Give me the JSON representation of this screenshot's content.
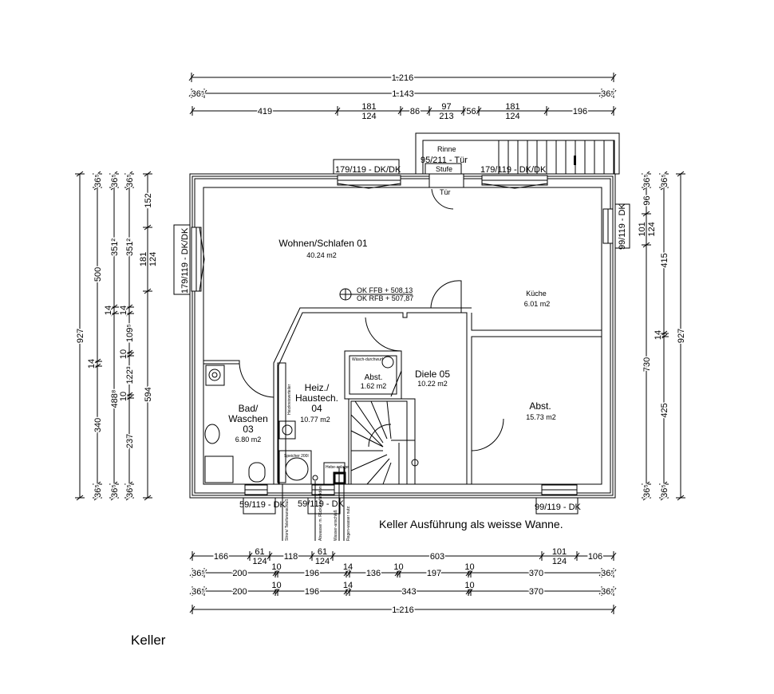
{
  "title": "Keller",
  "note": "Keller Ausführung als weisse Wanne.",
  "level": {
    "ffb": "OK FFB + 508,13",
    "rfb": "OK RFB + 507,87"
  },
  "rooms": [
    {
      "name": "Wohnen/Schlafen 01",
      "area": "40.24 m2"
    },
    {
      "name": "Küche",
      "area": "6.01 m2"
    },
    {
      "name": "Abst.",
      "area": "15.73 m2"
    },
    {
      "name": "Diele 05",
      "area": "10.22 m2"
    },
    {
      "name": "Abst.",
      "area": "1.62 m2"
    },
    {
      "name_lines": [
        "Heiz./",
        "Haustech.",
        "04"
      ],
      "area": "10.77 m2"
    },
    {
      "name_lines": [
        "Bad/",
        "Waschen",
        "03"
      ],
      "area": "6.80 m2"
    }
  ],
  "openings": {
    "top_left_window": "179/119 - DK/DK",
    "top_right_window": "179/119 - DK/DK",
    "door_label": "95/211 - Tür",
    "rinne": "Rinne",
    "stufe": "Stufe",
    "tuer": "Tür",
    "left_window": "179/119 - DK/DK",
    "right_window": "99/119 - DK",
    "bottom_window_1": "59/119 - DK",
    "bottom_window_2": "59/119 - DK",
    "bottom_window_3": "99/119 - DK"
  },
  "fixtures": {
    "waeschedurchwurf": "Wäsch-durchwurf",
    "heizkreisverteiler": "Heizkreisverteiler",
    "speicher": "Speicher 200l",
    "hebeanlage": "Hebe-anlage",
    "strom": "Strom/ Telefonanschluß",
    "abwasser": "Abwasser m. Rückstaufunktion",
    "wasser": "Wasser-anschluß",
    "regen": "Regen-wasser nutz."
  },
  "dims": {
    "top": [
      [
        "1.216"
      ],
      [
        "36⁵",
        "1.143",
        "36⁵"
      ],
      [
        "419",
        {
          "a": "181",
          "b": "124"
        },
        "86",
        {
          "a": "97",
          "b": "213"
        },
        "56",
        {
          "a": "181",
          "b": "124"
        },
        "196"
      ]
    ],
    "bottom": [
      [
        "166",
        {
          "a": "61",
          "b": "124"
        },
        "118",
        {
          "a": "61",
          "b": "124"
        },
        "603",
        {
          "a": "101",
          "b": "124"
        },
        "106"
      ],
      [
        "36⁵",
        "200",
        "10",
        "196",
        "14",
        "136",
        "10",
        "197",
        "10",
        "370",
        "36⁵"
      ],
      [
        "36⁵",
        "200",
        "10",
        "196",
        "14",
        "343",
        "10",
        "370",
        "36⁵"
      ],
      [
        "1.216"
      ]
    ],
    "left": [
      [
        "927"
      ],
      [
        "36⁵",
        "500",
        "14",
        "340",
        "36⁵"
      ],
      [
        "36⁵",
        "351²",
        "14",
        "488⁸",
        "36⁵"
      ],
      [
        "36⁵",
        "351²",
        "14",
        "109⁵",
        "10",
        "122³",
        "10",
        "237",
        "36⁵"
      ],
      [
        "152",
        {
          "a": "181",
          "b": "124"
        },
        "594"
      ]
    ],
    "right": [
      [
        "36⁵",
        "96",
        {
          "a": "101",
          "b": "124"
        },
        "730",
        "36⁵"
      ],
      [
        "36⁵",
        "415",
        "14",
        "425",
        "36⁵"
      ],
      [
        "927"
      ]
    ]
  }
}
